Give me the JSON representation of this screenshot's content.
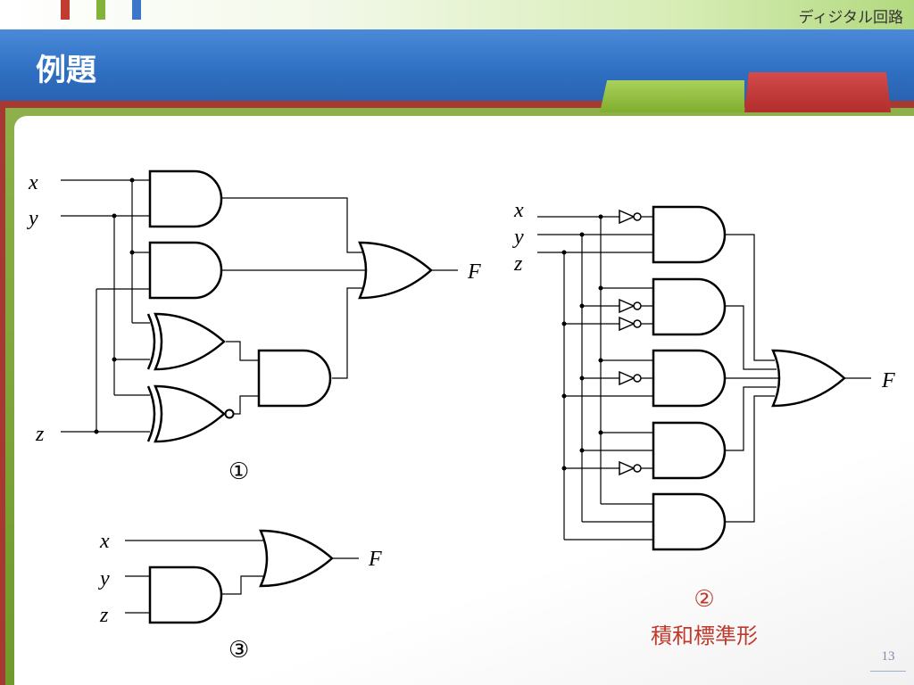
{
  "header": {
    "course_title": "ディジタル回路",
    "slide_title": "例題"
  },
  "circuit1": {
    "inputs": [
      "x",
      "y",
      "z"
    ],
    "output": "F",
    "label": "①"
  },
  "circuit2": {
    "inputs": [
      "x",
      "y",
      "z"
    ],
    "output": "F",
    "label": "②",
    "caption": "積和標準形"
  },
  "circuit3": {
    "inputs": [
      "x",
      "y",
      "z"
    ],
    "output": "F",
    "label": "③"
  },
  "page_number": "13",
  "colors": {
    "accent_red": "#c0392b",
    "title_blue": "#2f6fc2",
    "frame_green": "#7fae2e"
  }
}
